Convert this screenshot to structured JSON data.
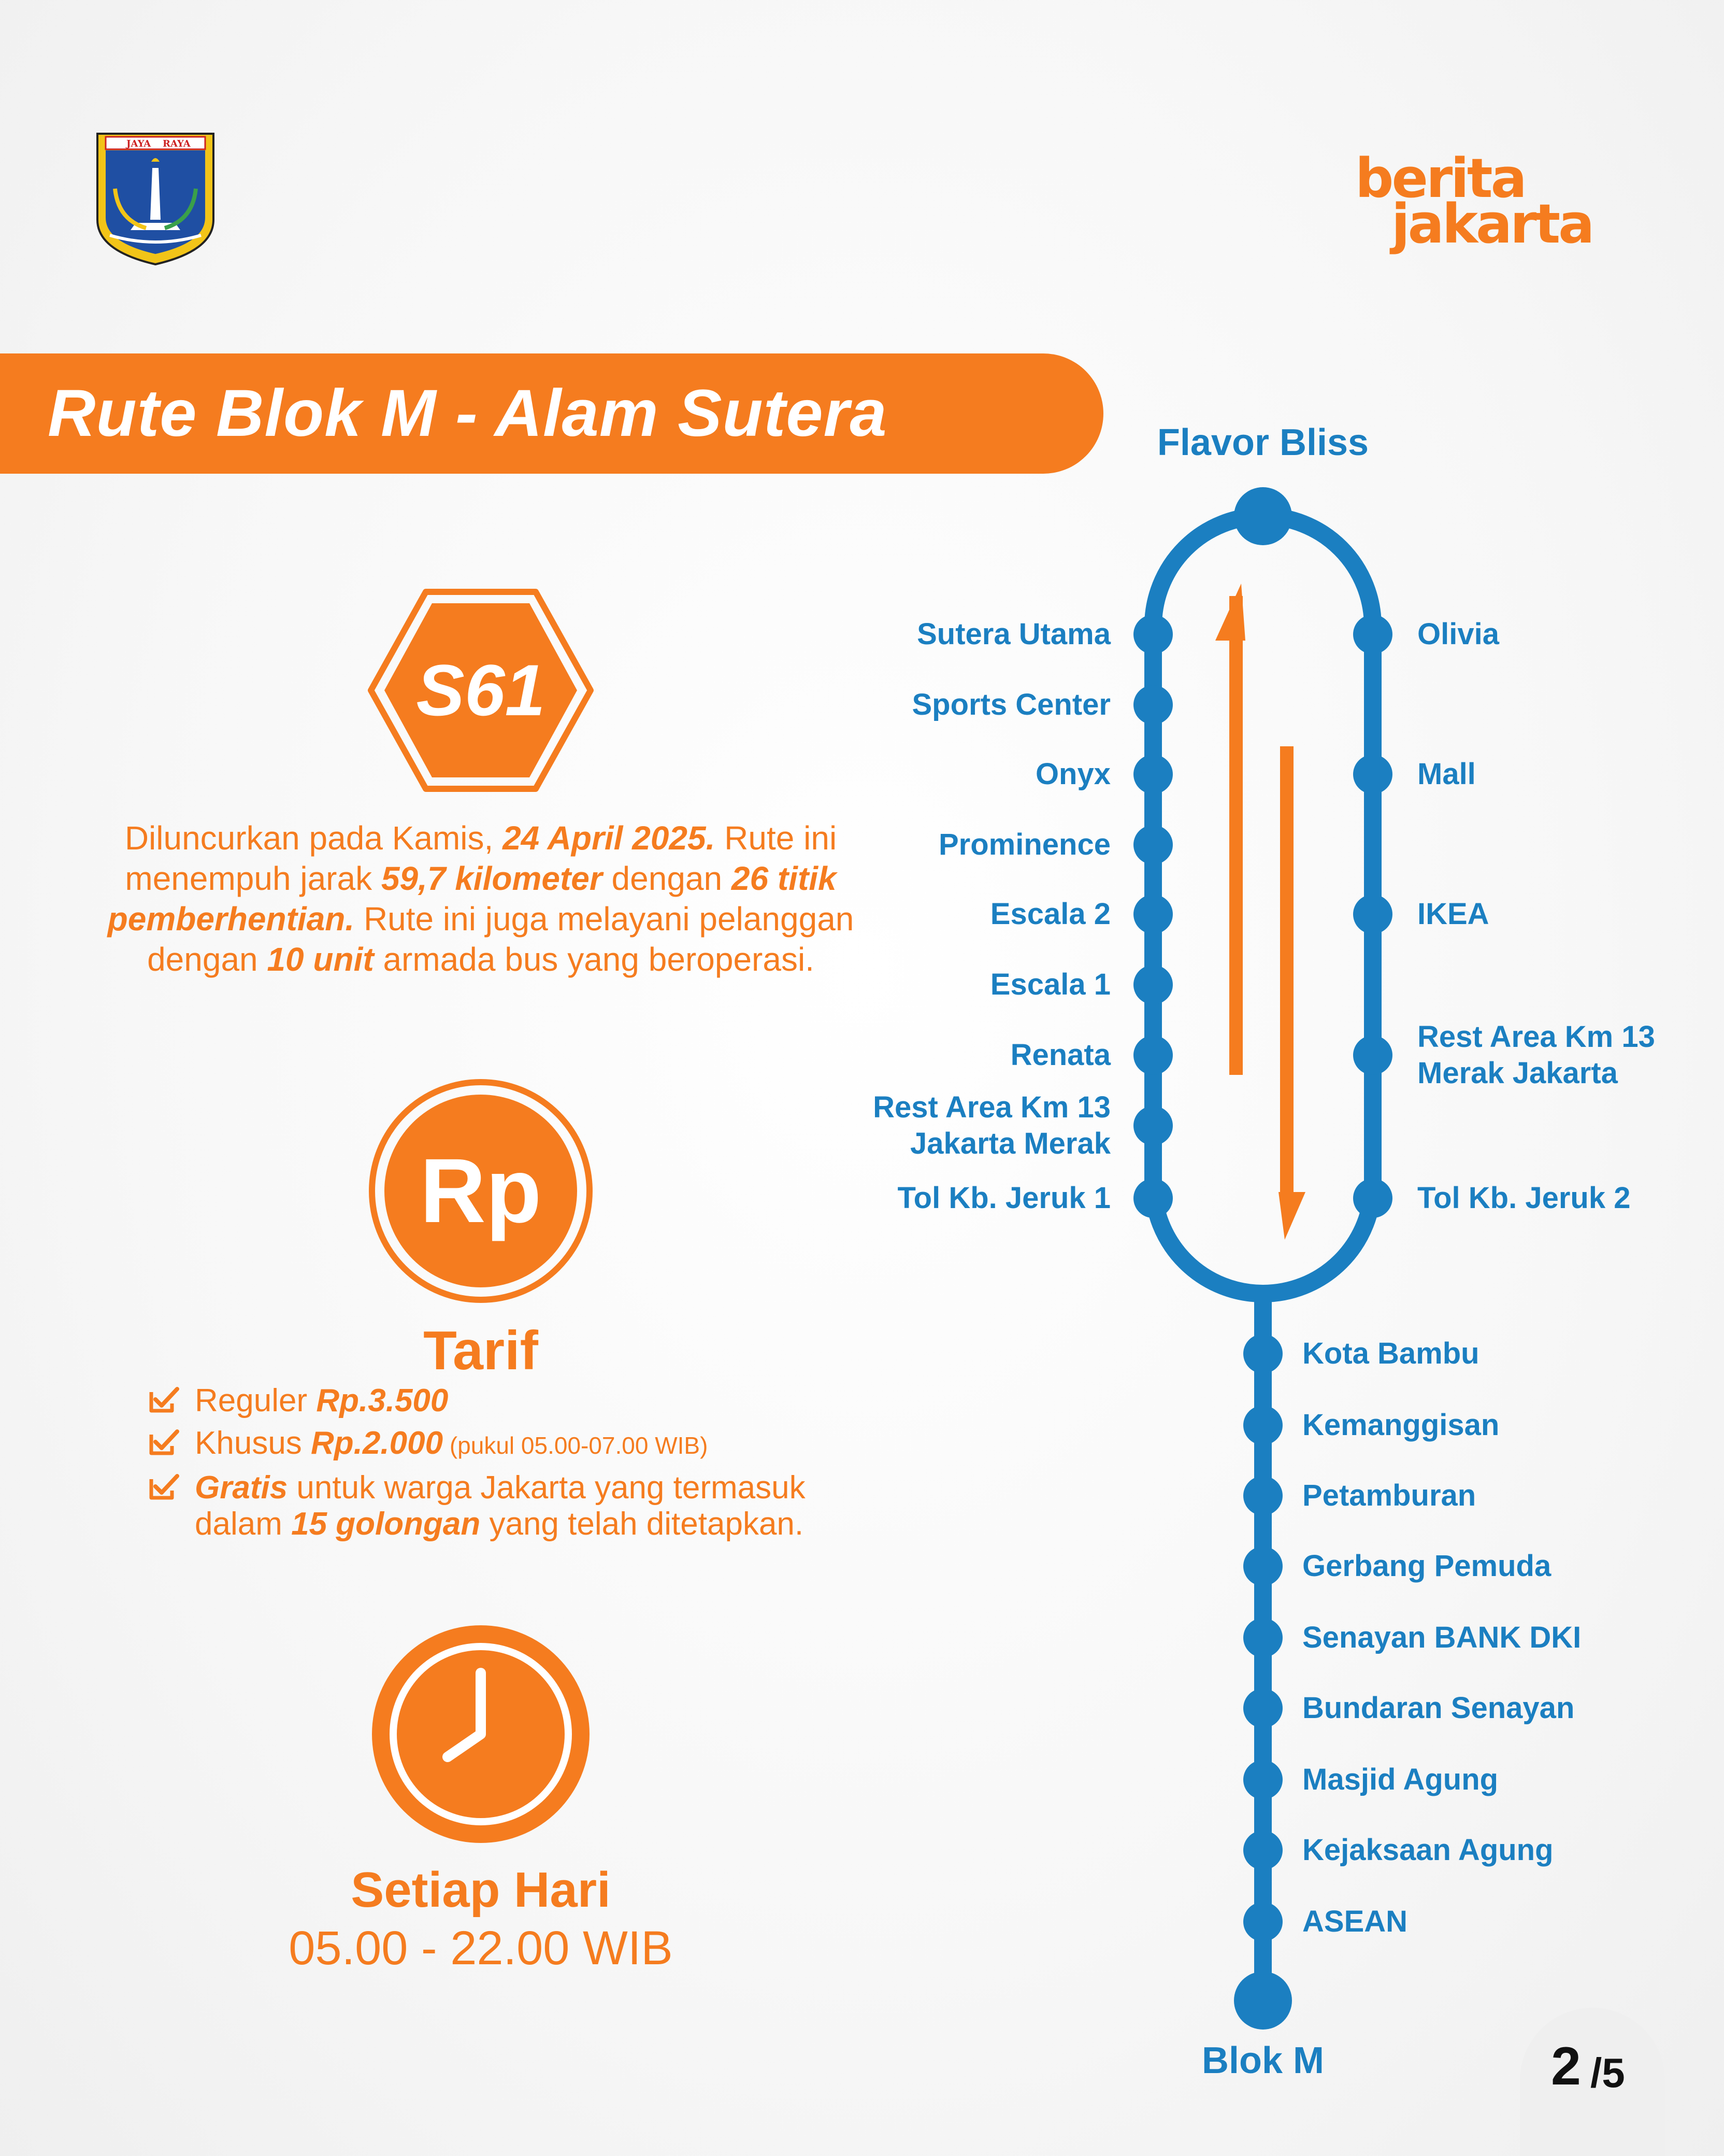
{
  "header": {
    "crest_text": "JAYA RAYA",
    "brand_line1": "berita",
    "brand_line2": "jakarta"
  },
  "title": "Rute Blok M - Alam Sutera",
  "route_code": "S61",
  "description": {
    "part1": "Diluncurkan pada Kamis, ",
    "date": "24 April 2025.",
    "part2": " Rute ini menempuh jarak ",
    "distance": "59,7 kilometer",
    "part3": " dengan ",
    "stops": "26 titik pemberhentian.",
    "part4": " Rute ini juga melayani pelanggan dengan ",
    "units": "10 unit",
    "part5": " armada bus yang beroperasi."
  },
  "tarif": {
    "icon_text": "Rp",
    "title": "Tarif",
    "items": [
      {
        "label": "Reguler ",
        "price": "Rp.3.500",
        "note": ""
      },
      {
        "label": "Khusus ",
        "price": "Rp.2.000",
        "note": " (pukul 05.00-07.00 WIB)"
      }
    ],
    "free": {
      "bold": "Gratis",
      "text1": " untuk warga Jakarta yang termasuk dalam ",
      "bold2": "15 golongan",
      "text2": " yang telah ditetapkan."
    }
  },
  "schedule": {
    "title": "Setiap Hari",
    "hours": "05.00 - 22.00 WIB"
  },
  "route": {
    "top_terminal": "Flavor Bliss",
    "bottom_terminal": "Blok M",
    "left_stops": [
      "Sutera Utama",
      "Sports Center",
      "Onyx",
      "Prominence",
      "Escala 2",
      "Escala 1",
      "Renata",
      "Rest Area Km 13\nJakarta Merak",
      "Tol Kb. Jeruk 1"
    ],
    "right_stops": [
      "Olivia",
      "Mall",
      "IKEA",
      "Rest Area Km 13\nMerak Jakarta",
      "Tol Kb. Jeruk 2"
    ],
    "trunk_stops": [
      "Kota Bambu",
      "Kemanggisan",
      "Petamburan",
      "Gerbang Pemuda",
      "Senayan BANK DKI",
      "Bundaran Senayan",
      "Masjid Agung",
      "Kejaksaan Agung",
      "ASEAN"
    ],
    "line_color": "#1b7fc1",
    "arrow_color": "#f57c1f"
  },
  "page": {
    "current": "2",
    "total": "/5"
  },
  "colors": {
    "accent": "#f57c1f",
    "route_blue": "#1b7fc1"
  }
}
